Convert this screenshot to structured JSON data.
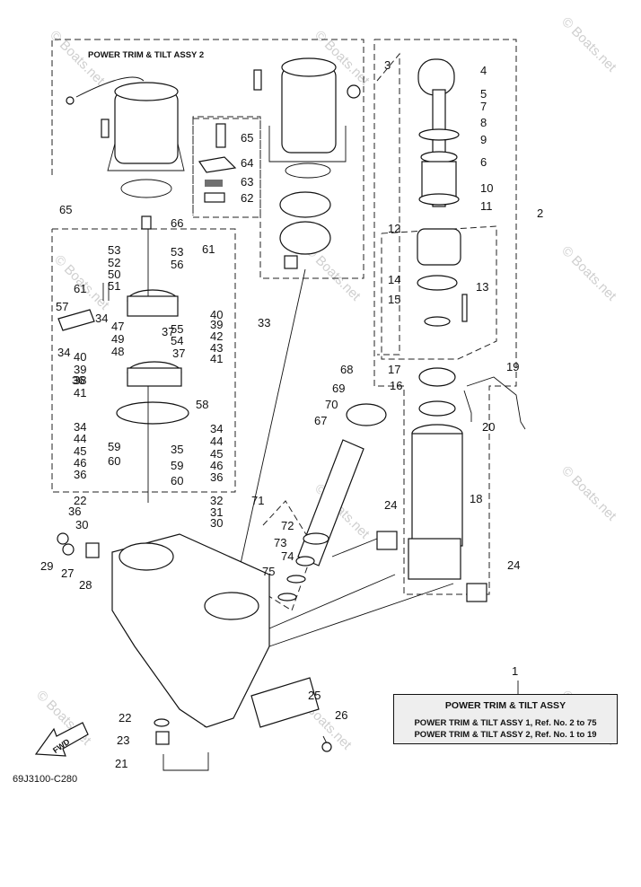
{
  "diagram": {
    "group_titles": {
      "assy_2": "POWER TRIM & TILT ASSY 2"
    },
    "legend": {
      "title": "POWER TRIM  & TILT ASSY",
      "line_1": "POWER TRIM & TILT ASSY 1, Ref. No. 2 to 75",
      "line_2": "POWER TRIM & TILT ASSY 2, Ref. No. 1 to 19"
    },
    "catalog_code": "69J3100-C280",
    "fwd_label": "FWD",
    "watermark": "© Boats.net",
    "callouts": [
      {
        "id": "c1",
        "text": "1"
      },
      {
        "id": "c2",
        "text": "2"
      },
      {
        "id": "c3",
        "text": "3"
      },
      {
        "id": "c4",
        "text": "4"
      },
      {
        "id": "c5",
        "text": "5"
      },
      {
        "id": "c6",
        "text": "6"
      },
      {
        "id": "c7",
        "text": "7"
      },
      {
        "id": "c8",
        "text": "8"
      },
      {
        "id": "c9",
        "text": "9"
      },
      {
        "id": "c10",
        "text": "10"
      },
      {
        "id": "c11",
        "text": "11"
      },
      {
        "id": "c12",
        "text": "12"
      },
      {
        "id": "c13",
        "text": "13"
      },
      {
        "id": "c14",
        "text": "14"
      },
      {
        "id": "c15",
        "text": "15"
      },
      {
        "id": "c16",
        "text": "16"
      },
      {
        "id": "c17",
        "text": "17"
      },
      {
        "id": "c18",
        "text": "18"
      },
      {
        "id": "c19",
        "text": "19"
      },
      {
        "id": "c20",
        "text": "20"
      },
      {
        "id": "c21",
        "text": "21"
      },
      {
        "id": "c22a",
        "text": "22"
      },
      {
        "id": "c22b",
        "text": "22"
      },
      {
        "id": "c23",
        "text": "23"
      },
      {
        "id": "c24a",
        "text": "24"
      },
      {
        "id": "c24b",
        "text": "24"
      },
      {
        "id": "c25",
        "text": "25"
      },
      {
        "id": "c26",
        "text": "26"
      },
      {
        "id": "c27",
        "text": "27"
      },
      {
        "id": "c28",
        "text": "28"
      },
      {
        "id": "c29",
        "text": "29"
      },
      {
        "id": "c30a",
        "text": "30"
      },
      {
        "id": "c30b",
        "text": "30"
      },
      {
        "id": "c31",
        "text": "31"
      },
      {
        "id": "c32",
        "text": "32"
      },
      {
        "id": "c33",
        "text": "33"
      },
      {
        "id": "c34a",
        "text": "34"
      },
      {
        "id": "c34b",
        "text": "34"
      },
      {
        "id": "c34c",
        "text": "34"
      },
      {
        "id": "c34d",
        "text": "34"
      },
      {
        "id": "c35",
        "text": "35"
      },
      {
        "id": "c36a",
        "text": "36"
      },
      {
        "id": "c36b",
        "text": "36"
      },
      {
        "id": "c36c",
        "text": "36"
      },
      {
        "id": "c36d",
        "text": "36"
      },
      {
        "id": "c37a",
        "text": "37"
      },
      {
        "id": "c37b",
        "text": "37"
      },
      {
        "id": "c38",
        "text": "38"
      },
      {
        "id": "c39a",
        "text": "39"
      },
      {
        "id": "c39b",
        "text": "39"
      },
      {
        "id": "c40a",
        "text": "40"
      },
      {
        "id": "c40b",
        "text": "40"
      },
      {
        "id": "c41a",
        "text": "41"
      },
      {
        "id": "c41b",
        "text": "41"
      },
      {
        "id": "c42",
        "text": "42"
      },
      {
        "id": "c43",
        "text": "43"
      },
      {
        "id": "c44a",
        "text": "44"
      },
      {
        "id": "c44b",
        "text": "44"
      },
      {
        "id": "c45a",
        "text": "45"
      },
      {
        "id": "c45b",
        "text": "45"
      },
      {
        "id": "c46a",
        "text": "46"
      },
      {
        "id": "c46b",
        "text": "46"
      },
      {
        "id": "c47",
        "text": "47"
      },
      {
        "id": "c48",
        "text": "48"
      },
      {
        "id": "c49",
        "text": "49"
      },
      {
        "id": "c50",
        "text": "50"
      },
      {
        "id": "c51",
        "text": "51"
      },
      {
        "id": "c52",
        "text": "52"
      },
      {
        "id": "c53a",
        "text": "53"
      },
      {
        "id": "c53b",
        "text": "53"
      },
      {
        "id": "c54",
        "text": "54"
      },
      {
        "id": "c55",
        "text": "55"
      },
      {
        "id": "c56",
        "text": "56"
      },
      {
        "id": "c57",
        "text": "57"
      },
      {
        "id": "c58",
        "text": "58"
      },
      {
        "id": "c59a",
        "text": "59"
      },
      {
        "id": "c59b",
        "text": "59"
      },
      {
        "id": "c60a",
        "text": "60"
      },
      {
        "id": "c60b",
        "text": "60"
      },
      {
        "id": "c61a",
        "text": "61"
      },
      {
        "id": "c61b",
        "text": "61"
      },
      {
        "id": "c62",
        "text": "62"
      },
      {
        "id": "c63",
        "text": "63"
      },
      {
        "id": "c64",
        "text": "64"
      },
      {
        "id": "c65a",
        "text": "65"
      },
      {
        "id": "c65b",
        "text": "65"
      },
      {
        "id": "c66",
        "text": "66"
      },
      {
        "id": "c67",
        "text": "67"
      },
      {
        "id": "c68",
        "text": "68"
      },
      {
        "id": "c69",
        "text": "69"
      },
      {
        "id": "c70",
        "text": "70"
      },
      {
        "id": "c71",
        "text": "71"
      },
      {
        "id": "c72",
        "text": "72"
      },
      {
        "id": "c73",
        "text": "73"
      },
      {
        "id": "c74",
        "text": "74"
      },
      {
        "id": "c75",
        "text": "75"
      }
    ]
  }
}
